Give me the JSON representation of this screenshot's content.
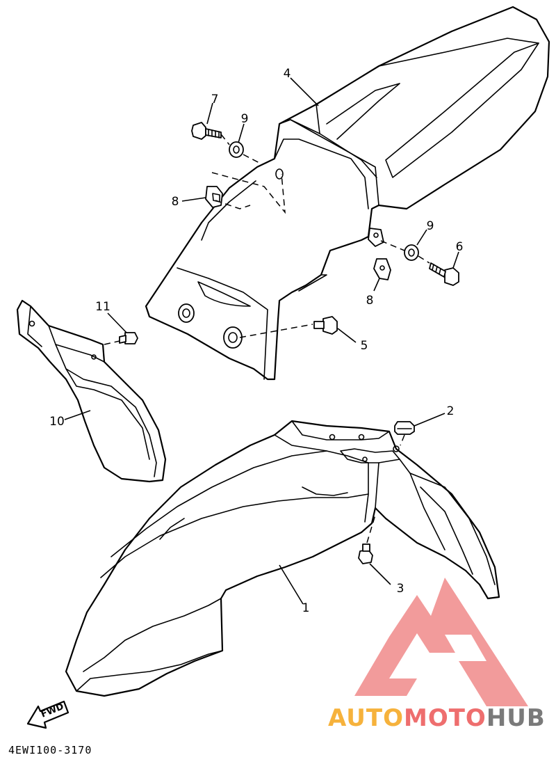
{
  "diagram": {
    "callouts": [
      {
        "id": "1",
        "label": "1"
      },
      {
        "id": "2",
        "label": "2"
      },
      {
        "id": "3",
        "label": "3"
      },
      {
        "id": "4",
        "label": "4"
      },
      {
        "id": "5",
        "label": "5"
      },
      {
        "id": "6",
        "label": "6"
      },
      {
        "id": "7",
        "label": "7"
      },
      {
        "id": "8a",
        "label": "8"
      },
      {
        "id": "8b",
        "label": "8"
      },
      {
        "id": "9a",
        "label": "9"
      },
      {
        "id": "9b",
        "label": "9"
      },
      {
        "id": "10",
        "label": "10"
      },
      {
        "id": "11",
        "label": "11"
      }
    ],
    "fwd_label": "FWD",
    "part_code": "4EWI100-3170"
  },
  "watermark": {
    "part1": "AUTO",
    "part2": "MOTO",
    "part3": "HUB",
    "colors": {
      "auto": "#f6b23c",
      "moto": "#ee6e6e",
      "hub": "#7a7a7a",
      "logo": "#f08a8a"
    }
  }
}
